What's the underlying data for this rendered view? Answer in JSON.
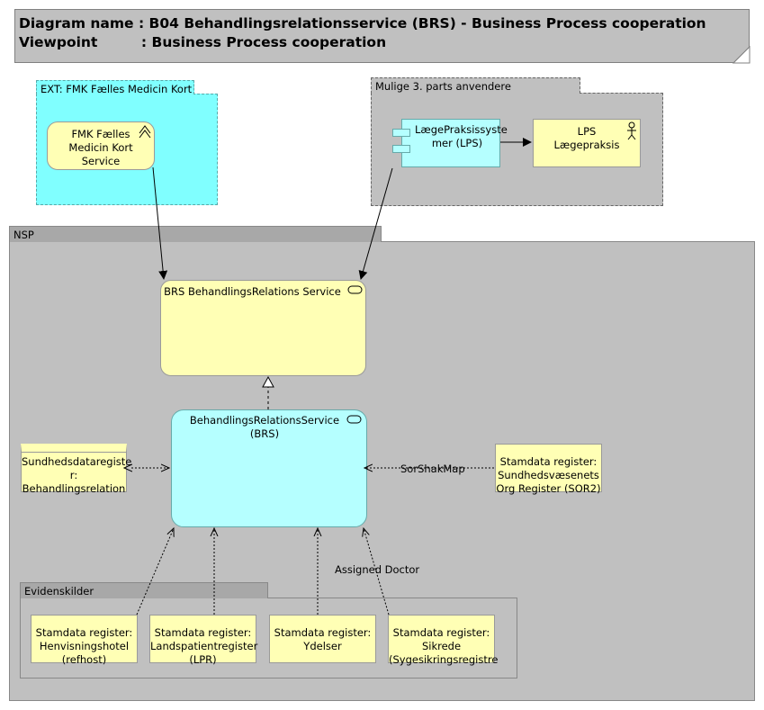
{
  "title": {
    "diagram_line": "Diagram name : B04 Behandlingsrelationsservice (BRS) - Business Process cooperation",
    "viewpoint_line": "Viewpoint         : Business Process cooperation"
  },
  "groups": {
    "ext": "EXT: FMK Fælles Medicin Kort",
    "third_party": "Mulige 3. parts anvendere",
    "nsp": "NSP",
    "evidence": "Evidenskilder"
  },
  "nodes": {
    "fmk_service": [
      "FMK Fælles",
      "Medicin Kort",
      "Service"
    ],
    "lps_system": [
      "LægePraksissyste",
      "mer (LPS)"
    ],
    "lps_actor": [
      "LPS",
      "Lægepraksis"
    ],
    "brs_business_service": [
      "BRS BehandlingsRelations Service"
    ],
    "brs_app_service": [
      "BehandlingsRelationsService",
      "(BRS)"
    ],
    "sundhedsdata": [
      "Sundhedsdataregiste",
      "r:",
      "Behandlingsrelation"
    ],
    "sor": [
      "Stamdata register:",
      "Sundhedsvæsenets",
      "Org Register (SOR2)"
    ],
    "refhost": [
      "Stamdata register:",
      "Henvisningshotel",
      "(refhost)"
    ],
    "lpr": [
      "Stamdata register:",
      "Landspatientregister",
      "(LPR)"
    ],
    "ydelser": [
      "Stamdata register:",
      "Ydelser"
    ],
    "sikrede": [
      "Stamdata register:",
      "Sikrede",
      "(Sygesikringsregistre"
    ]
  },
  "edges": {
    "sorshakmap": "SorShakMap",
    "assigned_doctor": "Assigned Doctor"
  },
  "colors": {
    "group_fill": "#c0c0c0",
    "ext_fill": "#80ffff",
    "business_fill": "#ffffb5",
    "application_fill": "#b5ffff"
  }
}
